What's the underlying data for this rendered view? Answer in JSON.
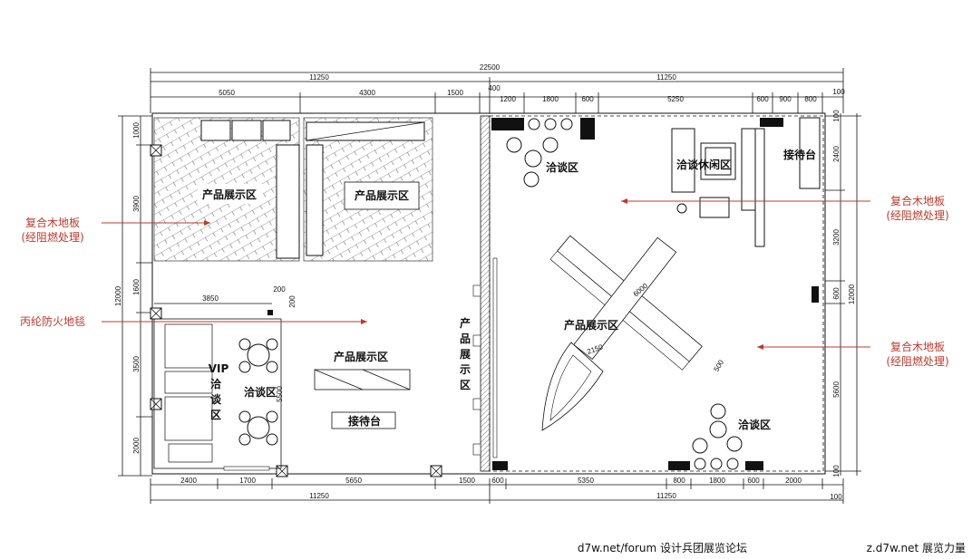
{
  "dimensions": {
    "total": "22500",
    "top_half_left": "11250",
    "top_half_right": "11250",
    "top_seg": [
      "5050",
      "4300",
      "1500",
      "400",
      "1200",
      "1800",
      "600",
      "5250",
      "600",
      "900",
      "800",
      "100"
    ],
    "bottom_seg": [
      "2400",
      "1700",
      "5650",
      "1500",
      "600",
      "5350",
      "800",
      "1800",
      "600",
      "2000",
      "100"
    ],
    "bottom_half_left": "11250",
    "bottom_half_right": "11250",
    "left_total": "12000",
    "left_seg": [
      "1000",
      "3900",
      "1600",
      "3500",
      "2000"
    ],
    "right_total": "12000",
    "right_seg": [
      "100",
      "2400",
      "3200",
      "600",
      "5600",
      "100"
    ],
    "vip_width": "3850",
    "small_a": "200",
    "small_b": "200",
    "booth_6000": "6000",
    "booth_2150": "2150",
    "booth_500": "500",
    "inner_5500": "5500"
  },
  "zones": {
    "product_1": "产品展示区",
    "product_2": "产品展示区",
    "product_3": "产品展示区",
    "product_4": "产品展示区",
    "product_vertical": [
      "产",
      "品",
      "展",
      "示",
      "区"
    ],
    "negotiation_1": "洽谈区",
    "negotiation_2": "洽谈区",
    "negotiation_3": "洽谈区",
    "vip_lines": [
      "VIP",
      "洽",
      "谈",
      "区"
    ],
    "leisure": "洽谈休闲区",
    "reception_1": "接待台",
    "reception_2": "接待台"
  },
  "annotations": {
    "floor_left_1": "复合木地板",
    "floor_left_2": "(经阻燃处理)",
    "carpet": "丙纶防火地毯",
    "floor_right_top_1": "复合木地板",
    "floor_right_top_2": "(经阻燃处理)",
    "floor_right_bot_1": "复合木地板",
    "floor_right_bot_2": "(经阻燃处理)"
  },
  "watermark": {
    "text_1": "d7w.net/forum 设计兵团展览论坛",
    "text_2": "z.d7w.net 展览力量"
  },
  "colors": {
    "annotation": "#c0392b",
    "line": "#111111"
  }
}
